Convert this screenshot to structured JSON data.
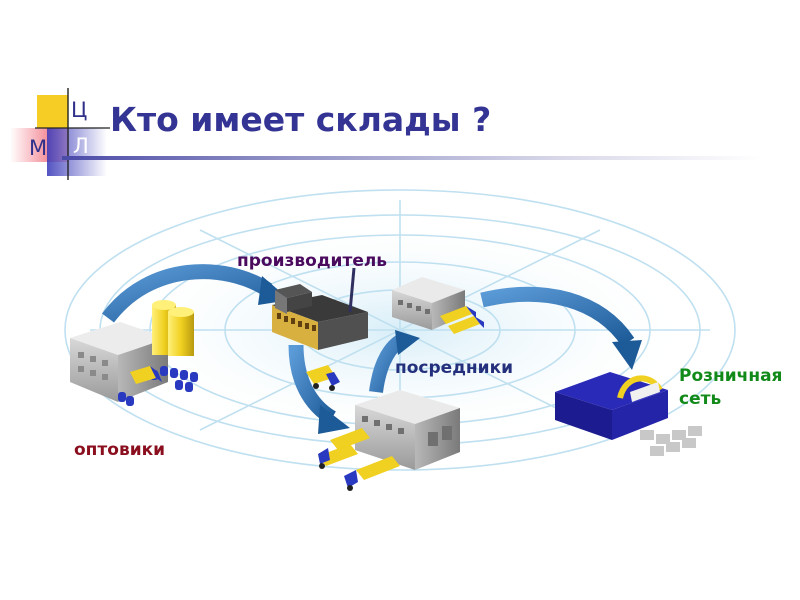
{
  "slide": {
    "title": "Кто имеет склады ?",
    "logo": {
      "letters": [
        "Ц",
        "М",
        "Л"
      ]
    }
  },
  "diagram": {
    "nodes": {
      "producer": "производитель",
      "intermediaries": "посредники",
      "wholesalers": "оптовики",
      "retail_line1": "Розничная",
      "retail_line2": "сеть"
    }
  },
  "colors": {
    "title": "#343494",
    "producer_label": "#4a0a5e",
    "intermediaries_label": "#24307c",
    "wholesalers_label": "#8a0e1e",
    "retail_label": "#128a1a",
    "arrow": "#2a68a8",
    "logo_yellow": "#f6cd24",
    "logo_red": "#ee5566",
    "logo_blue": "#3535b8"
  }
}
